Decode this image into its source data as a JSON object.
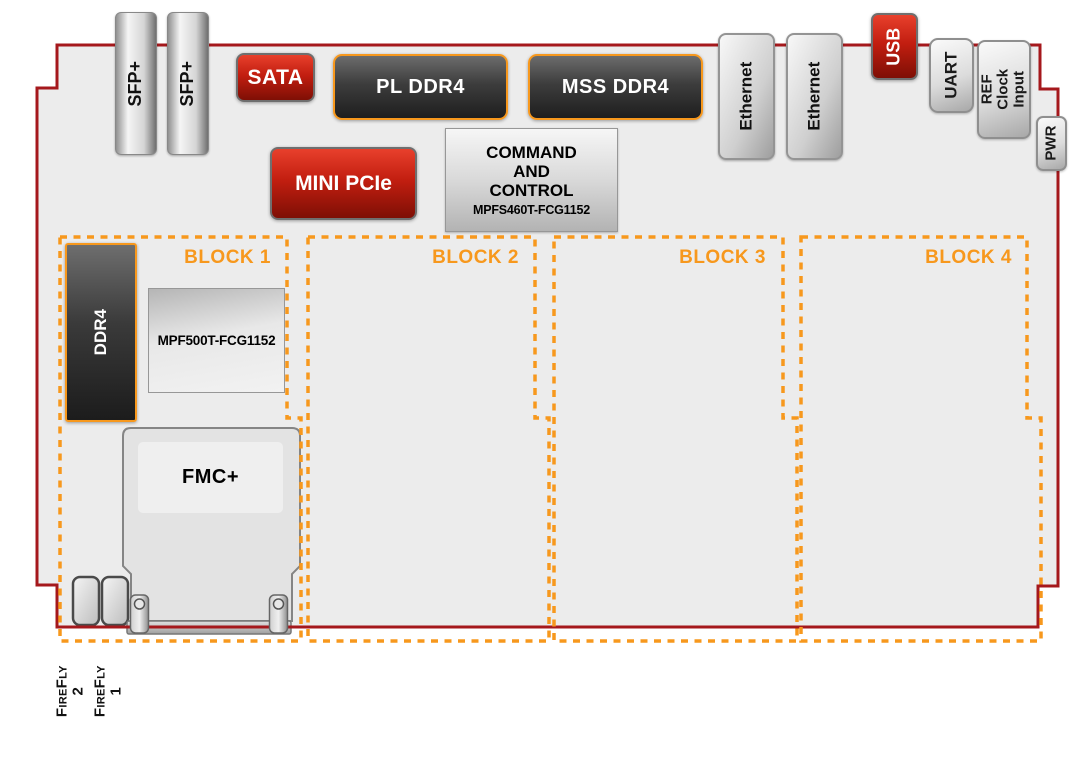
{
  "colors": {
    "accent_orange": "#f7981d",
    "board_outline_red": "#a5181c",
    "board_fill": "#ececec",
    "connector_red": "#c21e10",
    "block_dark_gray": "#3a3a3a"
  },
  "top_connectors": {
    "sfp1": "SFP+",
    "sfp2": "SFP+",
    "sata": "SATA",
    "pl_ddr4": "PL DDR4",
    "mss_ddr4": "MSS DDR4",
    "mini_pcie": "MINI PCIe",
    "ethernet1": "Ethernet",
    "ethernet2": "Ethernet",
    "usb": "USB",
    "uart": "UART",
    "ref_clock": "REF Clock\nInput",
    "pwr": "PWR"
  },
  "command_control": {
    "title": "COMMAND\nAND\nCONTROL",
    "part_number": "MPFS460T-FCG1152"
  },
  "components": {
    "ddr4": "DDR4",
    "fpga_part": "MPF500T-FCG1152",
    "fmc": "FMC+",
    "firefly2": "FireFly 2",
    "firefly1": "FireFly 1"
  },
  "blocks": [
    {
      "label": "BLOCK 1"
    },
    {
      "label": "BLOCK 2"
    },
    {
      "label": "BLOCK 3"
    },
    {
      "label": "BLOCK 4"
    }
  ]
}
